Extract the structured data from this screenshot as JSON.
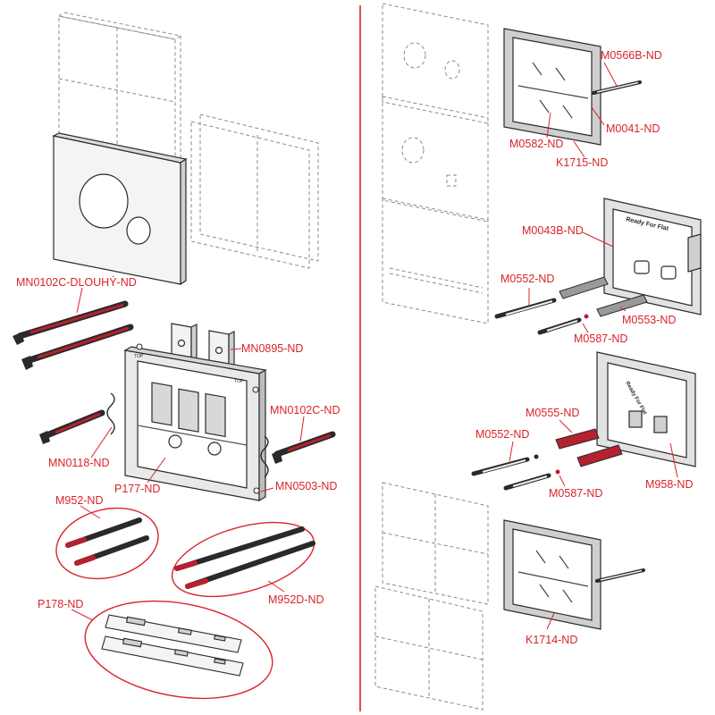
{
  "colors": {
    "accent": "#d8232a",
    "line": "#2b2b2b",
    "dash": "#888888",
    "part_red": "#b5212f",
    "part_dark": "#2a2a2a"
  },
  "labels": {
    "mn0102c_dlouhy": "MN0102C-DLOUHÝ-ND",
    "mn0895": "MN0895-ND",
    "mn0102c": "MN0102C-ND",
    "mn0118": "MN0118-ND",
    "p177": "P177-ND",
    "mn0503": "MN0503-ND",
    "m952": "M952-ND",
    "m952d": "M952D-ND",
    "p178": "P178-ND",
    "m0566b": "M0566B-ND",
    "m0041": "M0041-ND",
    "m0582": "M0582-ND",
    "k1715": "K1715-ND",
    "m0043b": "M0043B-ND",
    "m0552_a": "M0552-ND",
    "m0553": "M0553-ND",
    "m0587_a": "M0587-ND",
    "m0555": "M0555-ND",
    "m0552_b": "M0552-ND",
    "m0587_b": "M0587-ND",
    "m958": "M958-ND",
    "k1714": "K1714-ND"
  },
  "frame_markings": {
    "ready_for_flat_a": "Ready For Flat",
    "ready_for_flat_b": "Ready For Flat",
    "top_left": "TOP",
    "top_right": "TOP"
  }
}
